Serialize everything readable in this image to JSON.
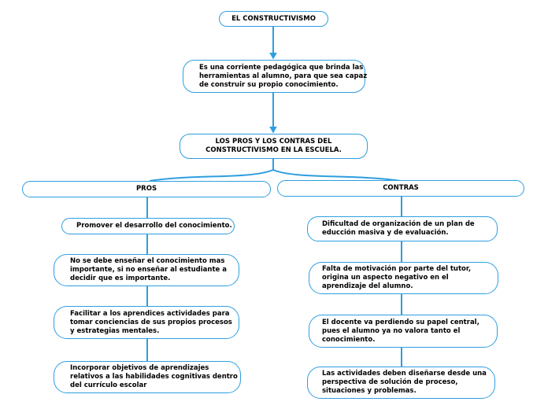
{
  "colors": {
    "accent": "#2E9EE0",
    "text": "#000000",
    "background": "#FFFFFF"
  },
  "nodes": {
    "root": "EL CONSTRUCTIVISMO",
    "definition": "Es una corriente pedagógica que brinda las\nherramientas al alumno, para que sea capaz\nde construir su propio conocimiento.",
    "question": "LOS PROS Y LOS CONTRAS DEL\nCONSTRUCTIVISMO EN LA ESCUELA.",
    "pros": {
      "header": "PROS",
      "items": [
        "Promover el desarrollo del conocimiento.",
        "No se debe enseñar el conocimiento mas\nimportante, si no enseñar al estudiante a\ndecidir que es importante.",
        "Facilitar a los aprendices actividades para\ntomar conciencias de sus propios procesos\ny estrategias mentales.",
        "Incorporar objetivos de aprendizajes\nrelativos a las habilidades cognitivas dentro\ndel currículo escolar"
      ]
    },
    "contras": {
      "header": "CONTRAS",
      "items": [
        "Dificultad de organización de un plan de\neducción masiva y de evaluación.",
        "Falta de motivación por parte del tutor,\norigina un aspecto negativo en el\naprendizaje del alumno.",
        "El docente va perdiendo su papel central,\npues el alumno ya no valora tanto el\nconocimiento.",
        "Las actividades deben diseñarse desde una\nperspectiva de solución de proceso,\nsituaciones y problemas."
      ]
    }
  }
}
